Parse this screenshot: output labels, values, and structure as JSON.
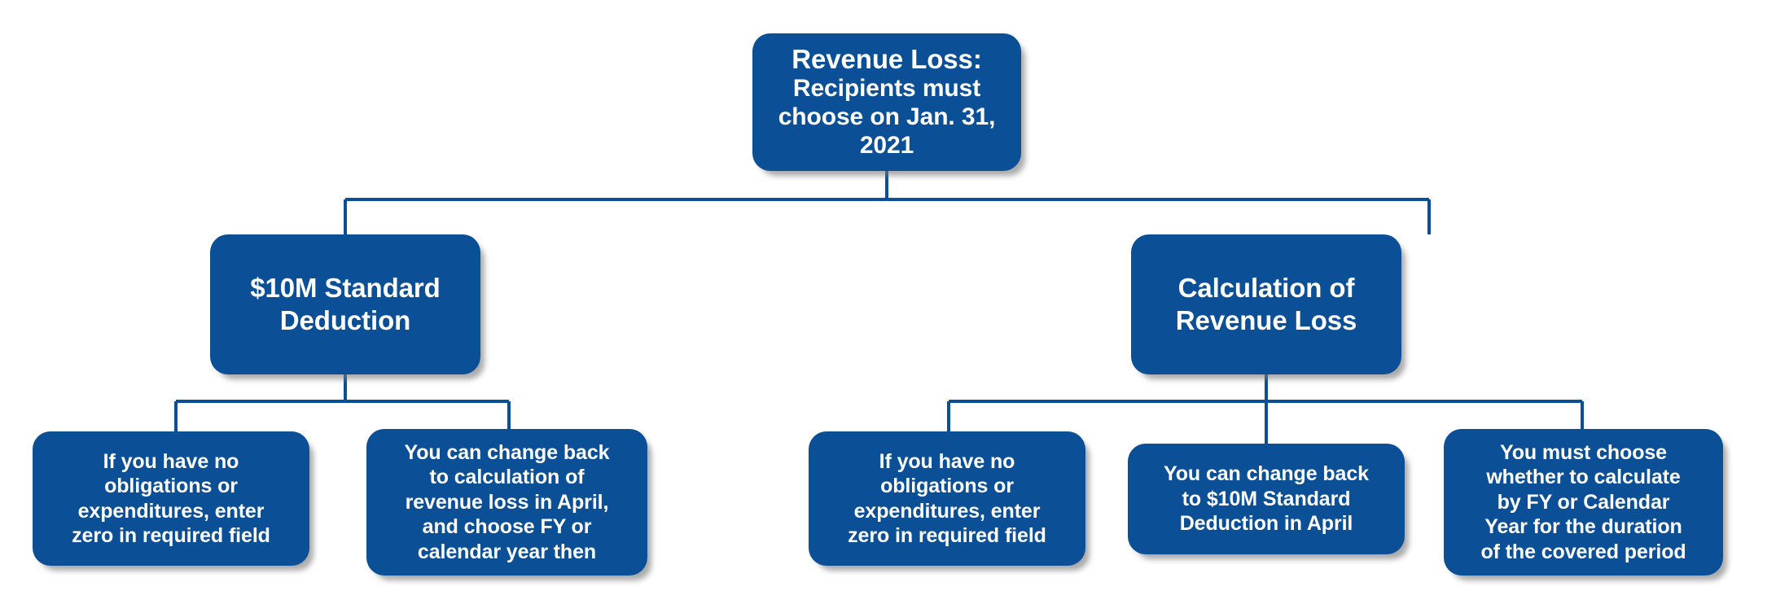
{
  "diagram": {
    "title": "Revenue Loss decision flowchart",
    "background_color": "#ffffff",
    "node_fill_color": "#0b4f97",
    "node_text_color": "#ffffff",
    "connector_color": "#0b4f97",
    "nodes": {
      "root": {
        "id": "revenue-loss-root",
        "heading": "Revenue Loss:",
        "body": "Recipients must choose on Jan. 31, 2021",
        "text": "Revenue Loss:\nRecipients must\nchoose on Jan. 31,\n2021"
      },
      "level2": [
        {
          "id": "standard-deduction",
          "text": "$10M Standard\nDeduction"
        },
        {
          "id": "calculation-of-revenue-loss",
          "text": "Calculation of\nRevenue Loss"
        }
      ],
      "leaves": [
        {
          "id": "sd-zero-in-required-field",
          "parent": "standard-deduction",
          "text": "If you have no\nobligations or\nexpenditures, enter\nzero in required field"
        },
        {
          "id": "sd-change-back-to-calculation",
          "parent": "standard-deduction",
          "text": "You can change back\nto calculation of\nrevenue loss in April,\nand choose FY or\ncalendar year then"
        },
        {
          "id": "crl-zero-in-required-field",
          "parent": "calculation-of-revenue-loss",
          "text": "If you have no\nobligations or\nexpenditures, enter\nzero in required field"
        },
        {
          "id": "crl-change-back-to-standard-deduction",
          "parent": "calculation-of-revenue-loss",
          "text": "You can change back\nto $10M Standard\nDeduction in April"
        },
        {
          "id": "crl-choose-fy-or-calendar-year",
          "parent": "calculation-of-revenue-loss",
          "text": "You must choose\nwhether to calculate\nby FY or Calendar\nYear for the duration\nof the covered period"
        }
      ]
    }
  }
}
